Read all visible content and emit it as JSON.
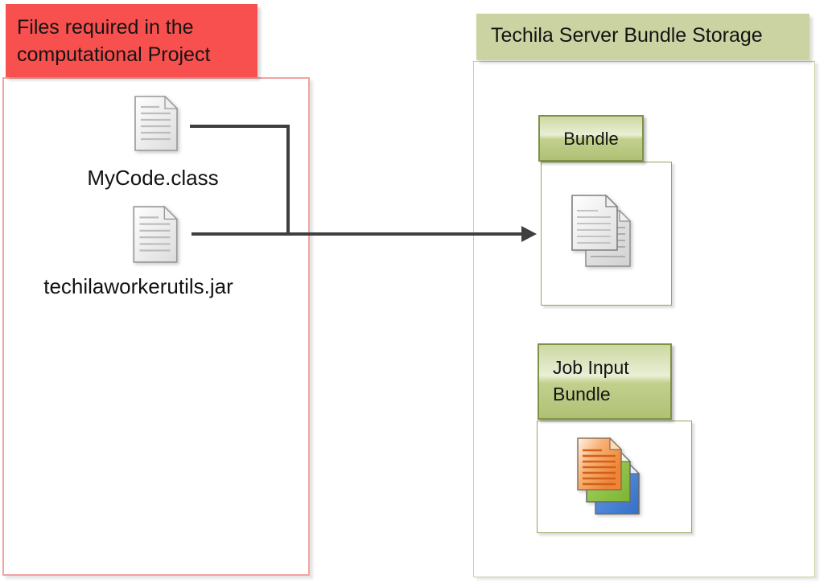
{
  "diagram": {
    "left_panel": {
      "title": "Files required in the computational Project",
      "files": [
        {
          "name": "MyCode.class",
          "icon": "document-icon"
        },
        {
          "name": "techilaworkerutils.jar",
          "icon": "document-icon"
        }
      ]
    },
    "right_panel": {
      "title": "Techila Server Bundle Storage",
      "bundles": [
        {
          "label": "Bundle",
          "icon": "document-copies-icon"
        },
        {
          "label": "Job Input Bundle",
          "icon": "colored-document-stack-icon"
        }
      ]
    },
    "colors": {
      "red_label_bg": "#f8504e",
      "left_box_border": "#f2a3a2",
      "header_bg": "#cbd3a2",
      "right_box_border": "#c9d09e",
      "panel_border": "#93a75a",
      "label_border": "#7e9144",
      "label_gradient_top": "#e9efd5",
      "label_gradient_bottom": "#b0c175",
      "connector": "#3f3f3f"
    }
  }
}
